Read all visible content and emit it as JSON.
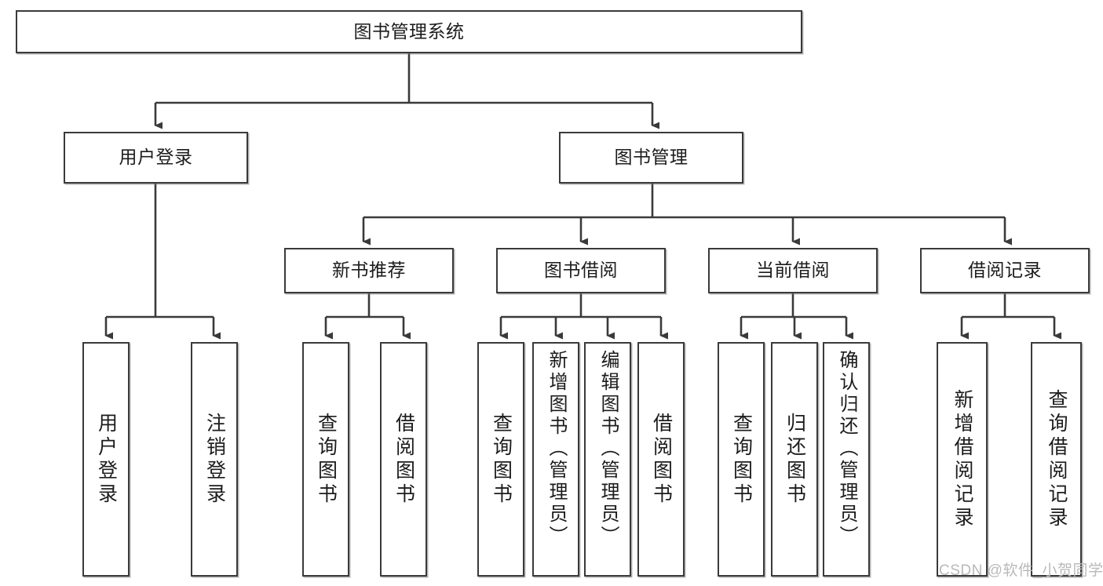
{
  "diagram": {
    "type": "tree",
    "title": "图书管理系统",
    "root": {
      "id": "root",
      "label": "图书管理系统"
    },
    "level2": [
      {
        "id": "user-login",
        "label": "用户登录"
      },
      {
        "id": "book-manage",
        "label": "图书管理"
      }
    ],
    "level3": [
      {
        "id": "new-book-recommend",
        "label": "新书推荐",
        "parent": "book-manage"
      },
      {
        "id": "book-borrow",
        "label": "图书借阅",
        "parent": "book-manage"
      },
      {
        "id": "current-borrow",
        "label": "当前借阅",
        "parent": "book-manage"
      },
      {
        "id": "borrow-record",
        "label": "借阅记录",
        "parent": "book-manage"
      }
    ],
    "leaves": [
      {
        "id": "leaf-user-login",
        "label": "用户登录",
        "parent": "user-login"
      },
      {
        "id": "leaf-user-logout",
        "label": "注销登录",
        "parent": "user-login"
      },
      {
        "id": "leaf-query-book-1",
        "label": "查询图书",
        "parent": "new-book-recommend"
      },
      {
        "id": "leaf-borrow-book-1",
        "label": "借阅图书",
        "parent": "new-book-recommend"
      },
      {
        "id": "leaf-query-book-2",
        "label": "查询图书",
        "parent": "book-borrow"
      },
      {
        "id": "leaf-add-book-admin",
        "label": "新增图书（管理员）",
        "parent": "book-borrow"
      },
      {
        "id": "leaf-edit-book-admin",
        "label": "编辑图书（管理员）",
        "parent": "book-borrow"
      },
      {
        "id": "leaf-borrow-book-2",
        "label": "借阅图书",
        "parent": "book-borrow"
      },
      {
        "id": "leaf-query-book-3",
        "label": "查询图书",
        "parent": "current-borrow"
      },
      {
        "id": "leaf-return-book",
        "label": "归还图书",
        "parent": "current-borrow"
      },
      {
        "id": "leaf-confirm-return-admin",
        "label": "确认归还（管理员）",
        "parent": "current-borrow"
      },
      {
        "id": "leaf-add-record",
        "label": "新增借阅记录",
        "parent": "borrow-record"
      },
      {
        "id": "leaf-query-record",
        "label": "查询借阅记录",
        "parent": "borrow-record"
      }
    ],
    "colors": {
      "stroke": "#3a3a3a",
      "fill": "#ffffff",
      "text": "#1c1c1c",
      "watermark": "#b9b9b9"
    }
  },
  "watermark": {
    "text": "CSDN @软件_小贺同学"
  }
}
